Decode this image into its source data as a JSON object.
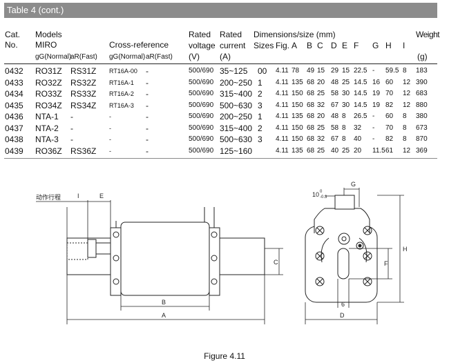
{
  "title": "Table 4 (cont.)",
  "header": {
    "cat": "Cat.",
    "no": "No.",
    "models": "Models",
    "miro": "MIRO",
    "cross_reference": "Cross-reference",
    "gg_normal": "gG(Normal)",
    "ar_fast": "aR(Fast)",
    "rated1": "Rated",
    "voltage": "voltage",
    "v_unit": "(V)",
    "rated2": "Rated",
    "current": "current",
    "a_unit": "(A)",
    "dimensions": "Dimensions/size (mm)",
    "sizes": "Sizes",
    "fig": "Fig.",
    "A": "A",
    "B": "B",
    "C": "C",
    "D": "D",
    "E": "E",
    "F": "F",
    "G": "G",
    "H": "H",
    "I": "I",
    "weight": "Weight",
    "g_unit": "(g)"
  },
  "rows": [
    {
      "cat": "0432",
      "miro_gg": "RO31Z",
      "miro_ar": "RS31Z",
      "cr_gg": "RT16A-00",
      "cr_ar": "-",
      "voltage": "500/690",
      "current": "35~125",
      "size": "00",
      "fig": "4.11",
      "A": "78",
      "B": "49",
      "C": "15",
      "D": "29",
      "E": "15",
      "F": "22.5",
      "G": "-",
      "H": "59.5",
      "I": "8",
      "weight": "183"
    },
    {
      "cat": "0433",
      "miro_gg": "RO32Z",
      "miro_ar": "RS32Z",
      "cr_gg": "RT16A-1",
      "cr_ar": "-",
      "voltage": "500/690",
      "current": "200~250",
      "size": "1",
      "fig": "4.11",
      "A": "135",
      "B": "68",
      "C": "20",
      "D": "48",
      "E": "25",
      "F": "14.5",
      "G": "16",
      "H": "60",
      "I": "12",
      "weight": "390"
    },
    {
      "cat": "0434",
      "miro_gg": "RO33Z",
      "miro_ar": "RS33Z",
      "cr_gg": "RT16A-2",
      "cr_ar": "-",
      "voltage": "500/690",
      "current": "315~400",
      "size": "2",
      "fig": "4.11",
      "A": "150",
      "B": "68",
      "C": "25",
      "D": "58",
      "E": "30",
      "F": "14.5",
      "G": "19",
      "H": "70",
      "I": "12",
      "weight": "683"
    },
    {
      "cat": "0435",
      "miro_gg": "RO34Z",
      "miro_ar": "RS34Z",
      "cr_gg": "RT16A-3",
      "cr_ar": "-",
      "voltage": "500/690",
      "current": "500~630",
      "size": "3",
      "fig": "4.11",
      "A": "150",
      "B": "68",
      "C": "32",
      "D": "67",
      "E": "30",
      "F": "14.5",
      "G": "19",
      "H": "82",
      "I": "12",
      "weight": "880"
    },
    {
      "cat": "0436",
      "miro_gg": "NTA-1",
      "miro_ar": "-",
      "cr_gg": "-",
      "cr_ar": "-",
      "voltage": "500/690",
      "current": "200~250",
      "size": "1",
      "fig": "4.11",
      "A": "135",
      "B": "68",
      "C": "20",
      "D": "48",
      "E": "8",
      "F": "26.5",
      "G": "-",
      "H": "60",
      "I": "8",
      "weight": "380"
    },
    {
      "cat": "0437",
      "miro_gg": "NTA-2",
      "miro_ar": "-",
      "cr_gg": "-",
      "cr_ar": "-",
      "voltage": "500/690",
      "current": "315~400",
      "size": "2",
      "fig": "4.11",
      "A": "150",
      "B": "68",
      "C": "25",
      "D": "58",
      "E": "8",
      "F": "32",
      "G": "-",
      "H": "70",
      "I": "8",
      "weight": "673"
    },
    {
      "cat": "0438",
      "miro_gg": "NTA-3",
      "miro_ar": "-",
      "cr_gg": "-",
      "cr_ar": "-",
      "voltage": "500/690",
      "current": "500~630",
      "size": "3",
      "fig": "4.11",
      "A": "150",
      "B": "68",
      "C": "32",
      "D": "67",
      "E": "8",
      "F": "40",
      "G": "-",
      "H": "82",
      "I": "8",
      "weight": "870"
    },
    {
      "cat": "0439",
      "miro_gg": "RO36Z",
      "miro_ar": "RS36Z",
      "cr_gg": "-",
      "cr_ar": "-",
      "voltage": "500/690",
      "current": "125~160",
      "size": "",
      "fig": "4.11",
      "A": "135",
      "B": "68",
      "C": "25",
      "D": "40",
      "E": "25",
      "F": "20",
      "G": "11.5",
      "H": "61",
      "I": "12",
      "weight": "369"
    }
  ],
  "figure": {
    "travel_label": "动作行程",
    "dim_I": "I",
    "dim_E": "E",
    "dim_B": "B",
    "dim_A": "A",
    "dim_C": "C",
    "dim_G": "G",
    "dim_H": "H",
    "dim_F": "F",
    "dim_D": "D",
    "dim_6": "6",
    "dim_10": "10",
    "tol_upper": "0",
    "tol_lower": "-0.3",
    "caption": "Figure 4.11"
  }
}
